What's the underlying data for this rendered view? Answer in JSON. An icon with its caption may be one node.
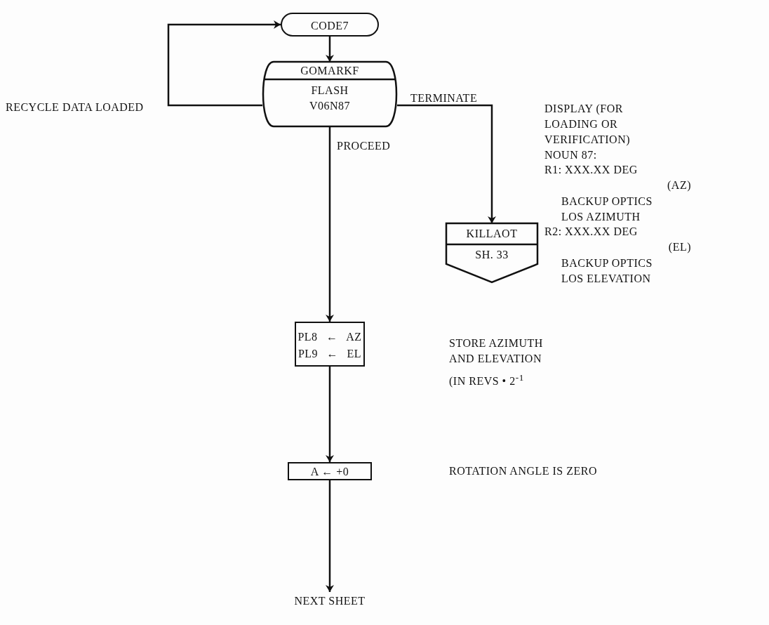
{
  "diagram": {
    "nodes": [
      {
        "text": [
          "CODE7"
        ]
      },
      {
        "text": [
          "GOMARKF",
          "FLASH V06N87"
        ]
      },
      {
        "text": [
          "KILLAOT",
          "SH. 33"
        ]
      },
      {
        "text": [
          "PL8 ← AZ",
          "PL9 ← EL"
        ]
      },
      {
        "text": [
          "A ← +0"
        ]
      },
      {
        "text": [
          "NEXT SHEET"
        ]
      }
    ],
    "edges": [
      {
        "from": 0,
        "to": 1,
        "arrow": "to"
      },
      {
        "from": 1,
        "to": 0,
        "arrow": "to",
        "label": "RECYCLE DATA LOADED"
      },
      {
        "from": 1,
        "to": 2,
        "arrow": "to",
        "label": "TERMINATE"
      },
      {
        "from": 1,
        "to": 3,
        "arrow": "to",
        "label": "PROCEED"
      },
      {
        "from": 3,
        "to": 4,
        "arrow": "to"
      },
      {
        "from": 4,
        "to": 5,
        "arrow": "to"
      }
    ],
    "labels": [
      "DISPLAY (FOR LOADING OR VERIFICATION) NOUN 87:",
      "R1: XXX.XX DEG",
      "(AZ)",
      "BACKUP OPTICS LOS AZIMUTH",
      "R2: XXX.XX DEG",
      "(EL)",
      "BACKUP OPTICS LOS ELEVATION",
      "STORE AZIMUTH AND ELEVATION",
      "(IN REVS • 2$^{-1}$",
      "ROTATION ANGLE IS ZERO"
    ]
  }
}
